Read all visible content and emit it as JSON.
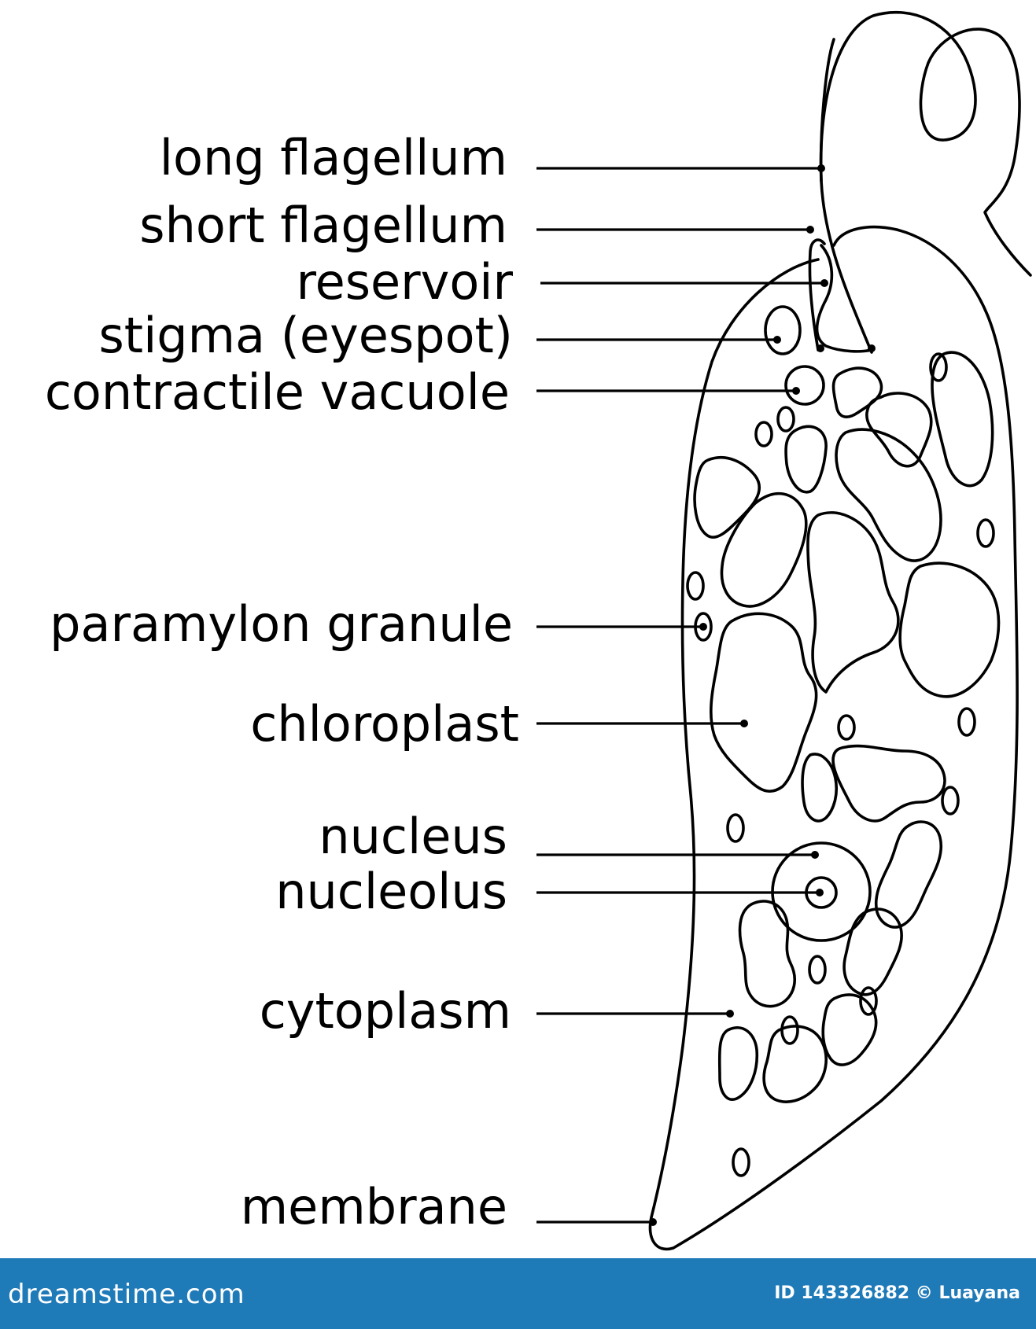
{
  "labels": {
    "long_flagellum": "long flagellum",
    "short_flagellum": "short flagellum",
    "reservoir": "reservoir",
    "stigma": "stigma (eyespot)",
    "contractile_vacuole": "contractile vacuole",
    "paramylon_granule": "paramylon granule",
    "chloroplast": "chloroplast",
    "nucleus": "nucleus",
    "nucleolus": "nucleolus",
    "cytoplasm": "cytoplasm",
    "membrane": "membrane"
  },
  "footer": {
    "logo": "dreamstime.com",
    "image_id": "ID 143326882",
    "copyright": "©",
    "author": "Luayana",
    "background_color": "#1f7ab8"
  },
  "colors": {
    "outline": "#000000",
    "background": "#ffffff"
  }
}
